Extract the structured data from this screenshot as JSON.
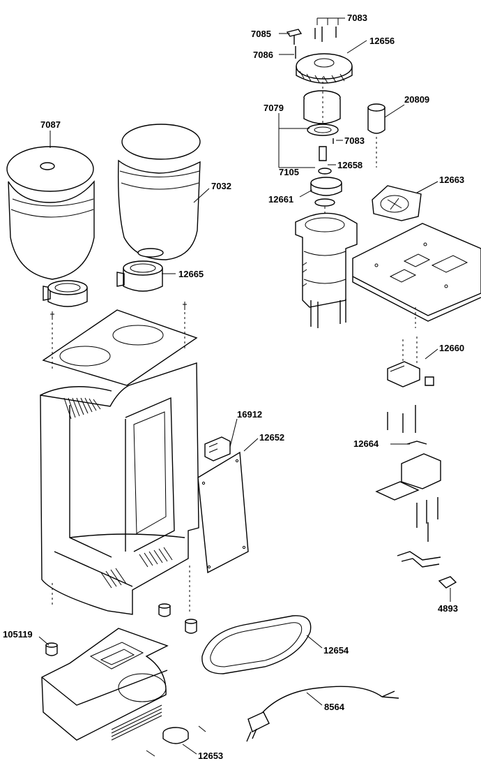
{
  "parts": [
    {
      "id": "p7083",
      "label": "7083"
    },
    {
      "id": "p7085",
      "label": "7085"
    },
    {
      "id": "p12656",
      "label": "12656"
    },
    {
      "id": "p7086",
      "label": "7086"
    },
    {
      "id": "p20809",
      "label": "20809"
    },
    {
      "id": "p7079",
      "label": "7079"
    },
    {
      "id": "p7087",
      "label": "7087"
    },
    {
      "id": "p7083b",
      "label": "7083"
    },
    {
      "id": "p12658",
      "label": "12658"
    },
    {
      "id": "p7105",
      "label": "7105"
    },
    {
      "id": "p12663",
      "label": "12663"
    },
    {
      "id": "p7032",
      "label": "7032"
    },
    {
      "id": "p12661",
      "label": "12661"
    },
    {
      "id": "p12665",
      "label": "12665"
    },
    {
      "id": "p12660",
      "label": "12660"
    },
    {
      "id": "p16912",
      "label": "16912"
    },
    {
      "id": "p12652",
      "label": "12652"
    },
    {
      "id": "p12664",
      "label": "12664"
    },
    {
      "id": "p4893",
      "label": "4893"
    },
    {
      "id": "p105119",
      "label": "105119"
    },
    {
      "id": "p12654",
      "label": "12654"
    },
    {
      "id": "p8564",
      "label": "8564"
    },
    {
      "id": "p12653",
      "label": "12653"
    }
  ]
}
